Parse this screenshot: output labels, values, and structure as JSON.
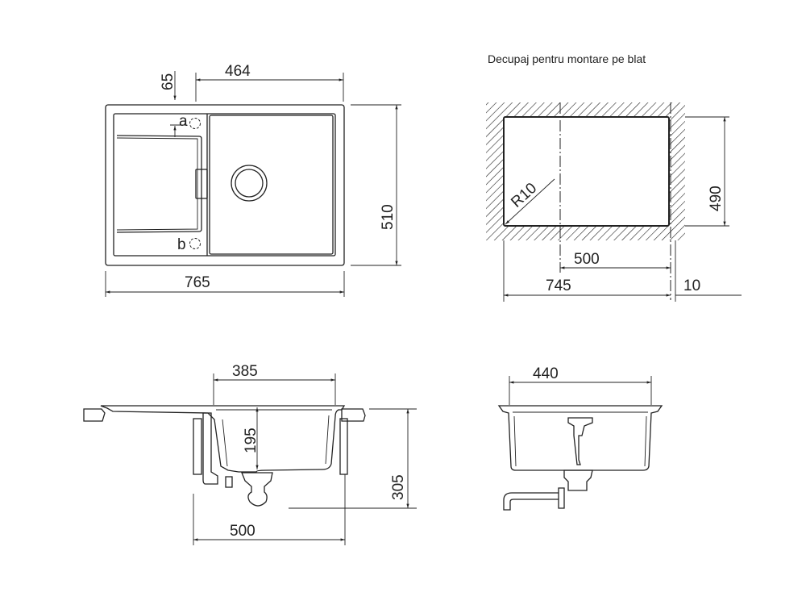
{
  "top_view": {
    "dim_width_total": "765",
    "dim_bowl_width": "464",
    "dim_depth": "510",
    "dim_offset": "65",
    "label_a": "a",
    "label_b": "b"
  },
  "cutout": {
    "title": "Decupaj pentru montare pe blat",
    "dim_width": "745",
    "dim_bowl": "500",
    "dim_gap": "10",
    "dim_depth": "490",
    "dim_radius": "R10"
  },
  "side_section": {
    "dim_bowl_width": "385",
    "dim_bowl_depth": "195",
    "dim_total_depth": "305",
    "dim_cabinet": "500"
  },
  "front_section": {
    "dim_bowl_width": "440"
  }
}
